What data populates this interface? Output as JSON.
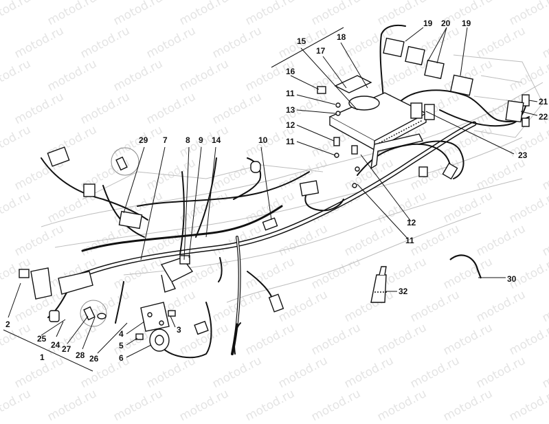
{
  "watermark": "motod.ru",
  "callouts": [
    {
      "id": "1",
      "label": "1"
    },
    {
      "id": "2",
      "label": "2"
    },
    {
      "id": "3",
      "label": "3"
    },
    {
      "id": "4",
      "label": "4"
    },
    {
      "id": "5",
      "label": "5"
    },
    {
      "id": "6",
      "label": "6"
    },
    {
      "id": "7",
      "label": "7"
    },
    {
      "id": "8",
      "label": "8"
    },
    {
      "id": "9",
      "label": "9"
    },
    {
      "id": "10",
      "label": "10"
    },
    {
      "id": "11a",
      "label": "11"
    },
    {
      "id": "11b",
      "label": "11"
    },
    {
      "id": "11c",
      "label": "11"
    },
    {
      "id": "12a",
      "label": "12"
    },
    {
      "id": "12b",
      "label": "12"
    },
    {
      "id": "13",
      "label": "13"
    },
    {
      "id": "14",
      "label": "14"
    },
    {
      "id": "15",
      "label": "15"
    },
    {
      "id": "16",
      "label": "16"
    },
    {
      "id": "17",
      "label": "17"
    },
    {
      "id": "18",
      "label": "18"
    },
    {
      "id": "19a",
      "label": "19"
    },
    {
      "id": "19b",
      "label": "19"
    },
    {
      "id": "20",
      "label": "20"
    },
    {
      "id": "21",
      "label": "21"
    },
    {
      "id": "22",
      "label": "22"
    },
    {
      "id": "23",
      "label": "23"
    },
    {
      "id": "24",
      "label": "24"
    },
    {
      "id": "25",
      "label": "25"
    },
    {
      "id": "26",
      "label": "26"
    },
    {
      "id": "27",
      "label": "27"
    },
    {
      "id": "28",
      "label": "28"
    },
    {
      "id": "29",
      "label": "29"
    },
    {
      "id": "30",
      "label": "30"
    },
    {
      "id": "32",
      "label": "32"
    }
  ]
}
